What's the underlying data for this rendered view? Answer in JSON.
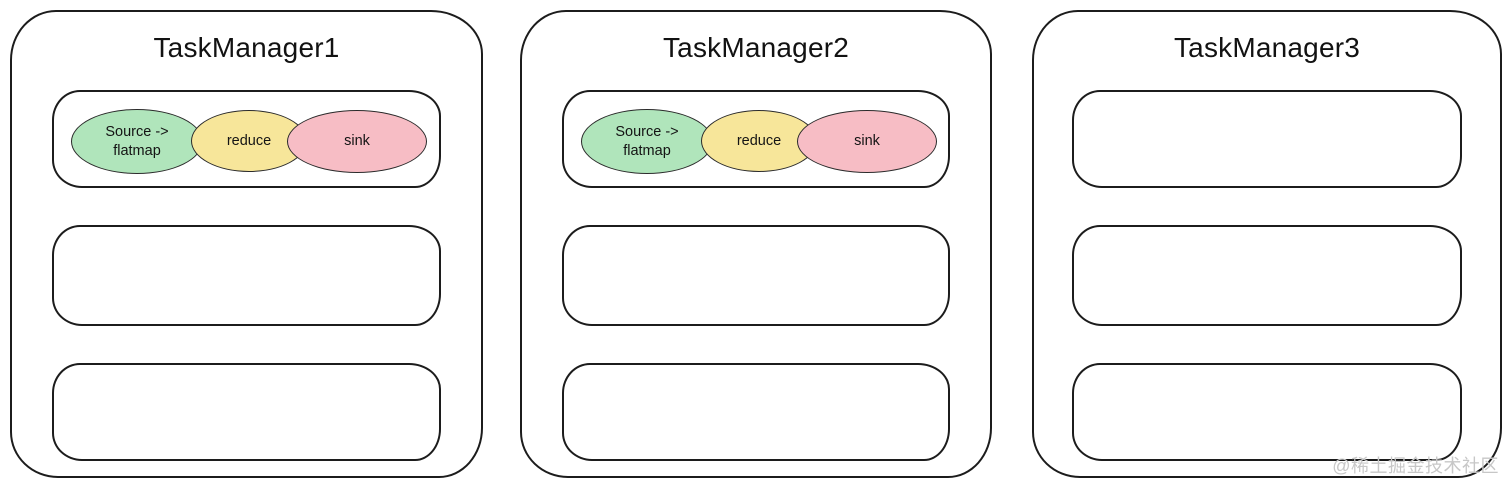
{
  "colors": {
    "source_flatmap_fill": "#b0e5bb",
    "reduce_fill": "#f7e69a",
    "sink_fill": "#f7bdc5",
    "outline": "#1c1c1c",
    "watermark_gray": "#c7c7c7"
  },
  "task_managers": [
    {
      "title": "TaskManager1",
      "slots": [
        {
          "tasks": [
            {
              "label": "Source -> flatmap",
              "lines": [
                "Source ->",
                "flatmap"
              ],
              "color": "#b0e5bb"
            },
            {
              "label": "reduce",
              "lines": [
                "reduce"
              ],
              "color": "#f7e69a"
            },
            {
              "label": "sink",
              "lines": [
                "sink"
              ],
              "color": "#f7bdc5"
            }
          ]
        },
        {
          "tasks": []
        },
        {
          "tasks": []
        }
      ]
    },
    {
      "title": "TaskManager2",
      "slots": [
        {
          "tasks": [
            {
              "label": "Source -> flatmap",
              "lines": [
                "Source ->",
                "flatmap"
              ],
              "color": "#b0e5bb"
            },
            {
              "label": "reduce",
              "lines": [
                "reduce"
              ],
              "color": "#f7e69a"
            },
            {
              "label": "sink",
              "lines": [
                "sink"
              ],
              "color": "#f7bdc5"
            }
          ]
        },
        {
          "tasks": []
        },
        {
          "tasks": []
        }
      ]
    },
    {
      "title": "TaskManager3",
      "slots": [
        {
          "tasks": []
        },
        {
          "tasks": []
        },
        {
          "tasks": []
        }
      ]
    }
  ],
  "watermark": {
    "text": "@稀土掘金技术社区"
  }
}
